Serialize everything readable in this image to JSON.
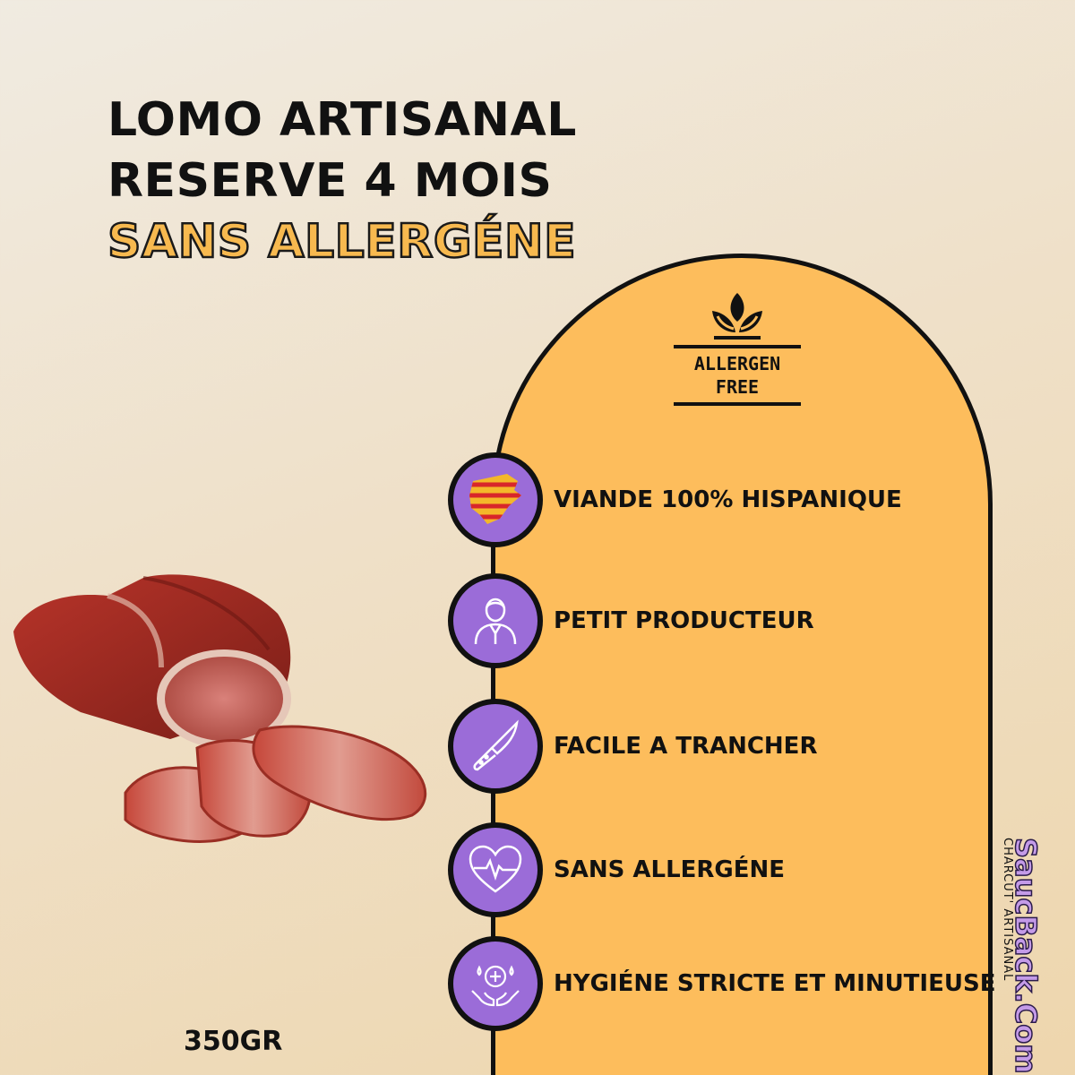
{
  "title": {
    "line1": "LOMO ARTISANAL",
    "line2": "RESERVE 4 MOIS",
    "line3": "SANS ALLERGÉNE"
  },
  "badge": {
    "line1": "ALLERGEN",
    "line2": "FREE",
    "icon": "leaf-icon"
  },
  "features": [
    {
      "label": "VIANDE 100% HISPANIQUE",
      "icon": "catalonia-map-icon"
    },
    {
      "label": "PETIT PRODUCTEUR",
      "icon": "producer-icon"
    },
    {
      "label": "FACILE A TRANCHER",
      "icon": "knife-icon"
    },
    {
      "label": "SANS ALLERGÉNE",
      "icon": "heart-pulse-icon"
    },
    {
      "label": "HYGIÉNE STRICTE ET MINUTIEUSE",
      "icon": "hygiene-hands-icon"
    }
  ],
  "weight": "350GR",
  "brand": {
    "name": "SaucBack.Com",
    "tagline": "CHARCUT' ARTISANAL"
  },
  "colors": {
    "arch": "#fdbd5c",
    "circle": "#9b6cd8",
    "accent_text": "#f7b94f"
  }
}
